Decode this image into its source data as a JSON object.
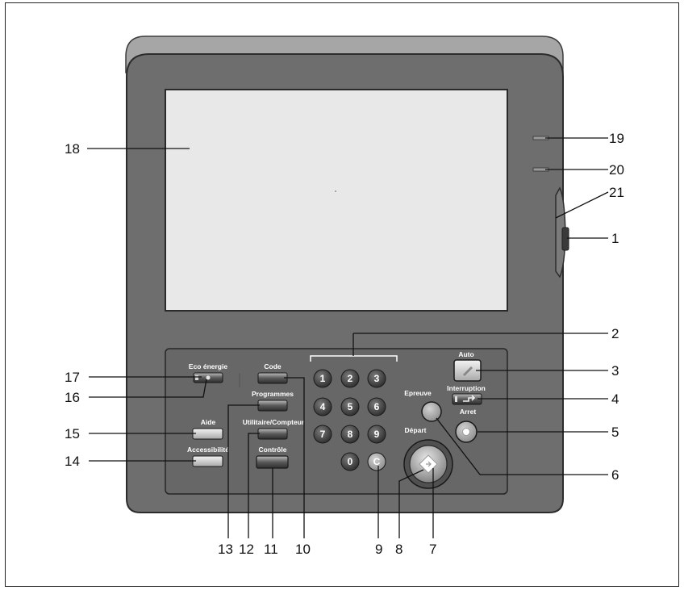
{
  "buttons": {
    "eco": "Eco énergie",
    "code": "Code",
    "programmes": "Programmes",
    "utilitaire": "Utilitaire/Compteur",
    "aide": "Aide",
    "accessibilite": "Accessibilité",
    "controle": "Contrôle",
    "auto": "Auto",
    "interruption": "Interruption",
    "arret": "Arret",
    "epreuve": "Epreuve",
    "depart": "Départ"
  },
  "keypad": [
    "1",
    "2",
    "3",
    "4",
    "5",
    "6",
    "7",
    "8",
    "9",
    "0",
    "C"
  ],
  "callouts": [
    "1",
    "2",
    "3",
    "4",
    "5",
    "6",
    "7",
    "8",
    "9",
    "10",
    "11",
    "12",
    "13",
    "14",
    "15",
    "16",
    "17",
    "18",
    "19",
    "20",
    "21"
  ],
  "colors": {
    "body": "#6e6e6e",
    "body_top": "#a4a4a4",
    "screen": "#e8e8e8",
    "key": "#3e3e3e"
  }
}
